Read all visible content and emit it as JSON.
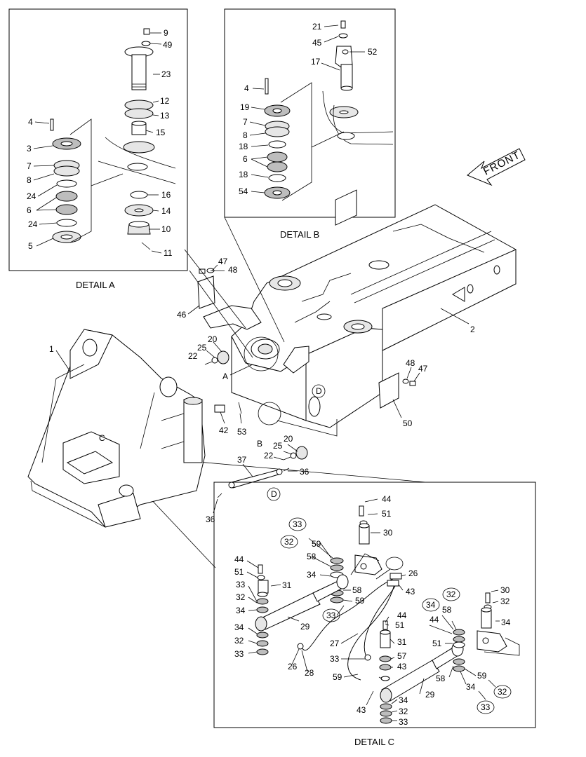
{
  "detail_a": {
    "caption": "DETAIL A",
    "callouts": [
      "9",
      "49",
      "23",
      "12",
      "13",
      "15",
      "4",
      "3",
      "7",
      "8",
      "24",
      "6",
      "24",
      "5",
      "16",
      "14",
      "10",
      "11"
    ]
  },
  "detail_b": {
    "caption": "DETAIL B",
    "callouts": [
      "21",
      "45",
      "52",
      "17",
      "4",
      "19",
      "7",
      "8",
      "18",
      "6",
      "18",
      "54"
    ]
  },
  "detail_c": {
    "caption": "DETAIL C",
    "callouts": [
      "44",
      "51",
      "30",
      "33",
      "59",
      "32",
      "58",
      "26",
      "34",
      "43",
      "44",
      "51",
      "31",
      "33",
      "32",
      "34",
      "58",
      "59",
      "33",
      "29",
      "44",
      "51",
      "31",
      "34",
      "32",
      "33",
      "57",
      "43",
      "27",
      "26",
      "28",
      "33",
      "59",
      "32",
      "58",
      "34",
      "44",
      "51",
      "30",
      "32",
      "34",
      "58",
      "59",
      "34",
      "43",
      "34",
      "32",
      "33",
      "29",
      "32",
      "33"
    ]
  },
  "front_label": "FRONT",
  "main": {
    "callouts": [
      "47",
      "48",
      "46",
      "2",
      "1",
      "20",
      "25",
      "22",
      "A",
      "D",
      "48",
      "47",
      "50",
      "42",
      "53",
      "C",
      "B",
      "20",
      "25",
      "22",
      "37",
      "36",
      "D",
      "36"
    ]
  }
}
